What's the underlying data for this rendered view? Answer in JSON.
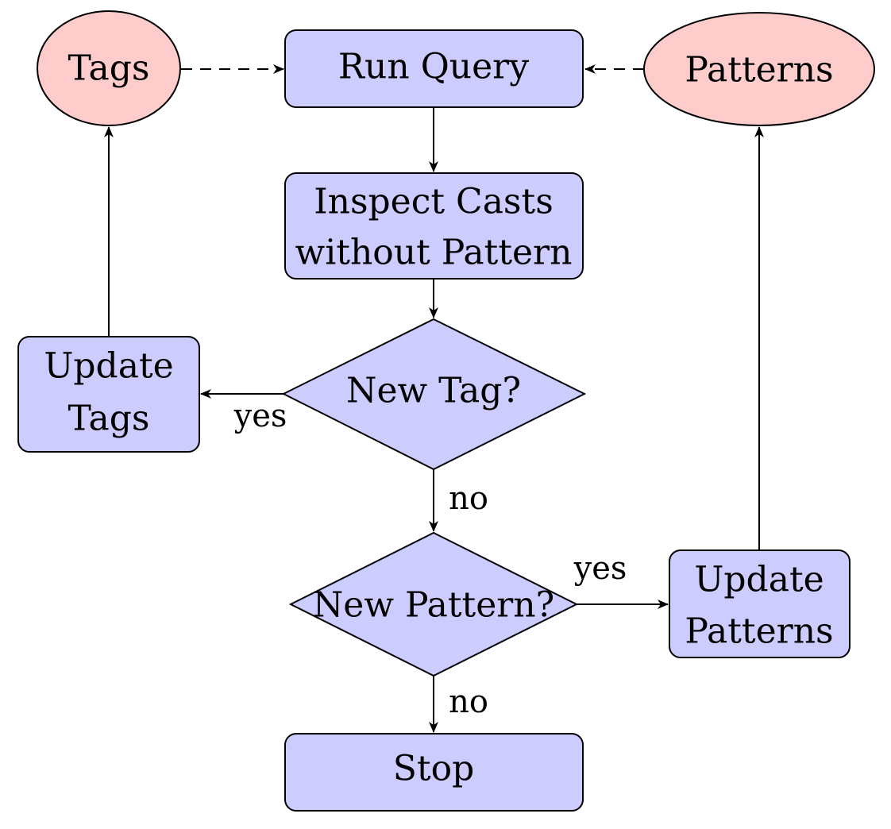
{
  "colors": {
    "process_fill": "#ccccff",
    "data_fill": "#ffcccc",
    "stroke": "#000000"
  },
  "nodes": {
    "tags": {
      "label": "Tags"
    },
    "run_query": {
      "label": "Run Query"
    },
    "patterns": {
      "label": "Patterns"
    },
    "inspect": {
      "line1": "Inspect Casts",
      "line2": "without Pattern"
    },
    "update_tags": {
      "line1": "Update",
      "line2": "Tags"
    },
    "new_tag": {
      "label": "New Tag?"
    },
    "new_pattern": {
      "label": "New Pattern?"
    },
    "update_patterns": {
      "line1": "Update",
      "line2": "Patterns"
    },
    "stop": {
      "label": "Stop"
    }
  },
  "edges": {
    "new_tag_yes": "yes",
    "new_tag_no": "no",
    "new_pattern_yes": "yes",
    "new_pattern_no": "no"
  }
}
